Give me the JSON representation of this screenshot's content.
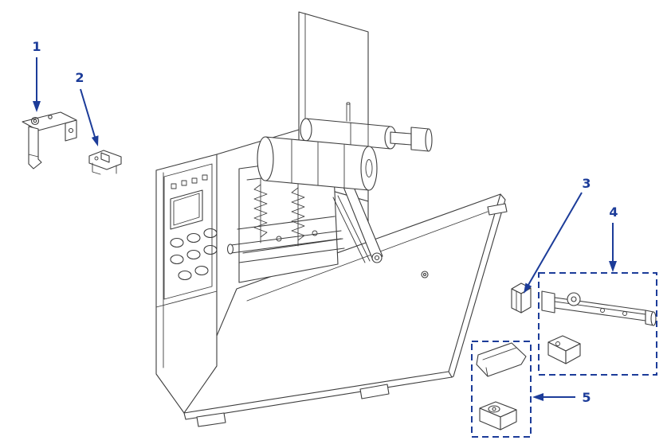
{
  "figure": {
    "background_color": "#ffffff",
    "accent_color": "#1c3c99",
    "line_color": "#3d3d3d",
    "callouts": [
      {
        "label": "1"
      },
      {
        "label": "2"
      },
      {
        "label": "3"
      },
      {
        "label": "4"
      },
      {
        "label": "5"
      }
    ]
  }
}
